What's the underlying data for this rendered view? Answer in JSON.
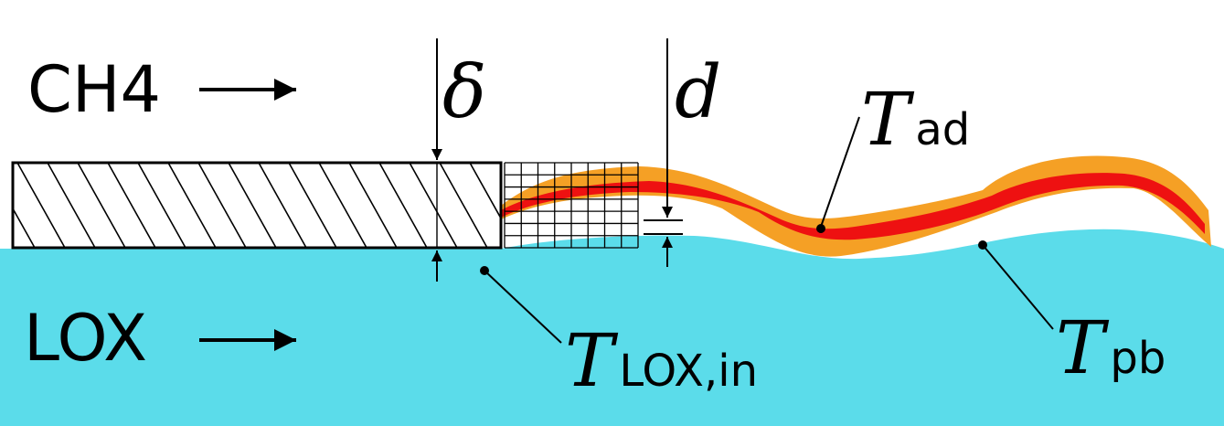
{
  "labels": {
    "fuel_stream": "CH4",
    "oxidizer_stream": "LOX",
    "lip_thickness": "δ",
    "flame_standoff": "d",
    "adiabatic_temp": {
      "symbol": "T",
      "subscript": "ad"
    },
    "lox_inlet_temp": {
      "symbol": "T",
      "subscript": "LOX,in"
    },
    "postburn_temp": {
      "symbol": "T",
      "subscript": "pb"
    }
  },
  "colors": {
    "lox": "#5bdcea",
    "flame_outer": "#f5a025",
    "flame_core": "#ee1111",
    "ink": "#000000",
    "background": "#ffffff"
  }
}
